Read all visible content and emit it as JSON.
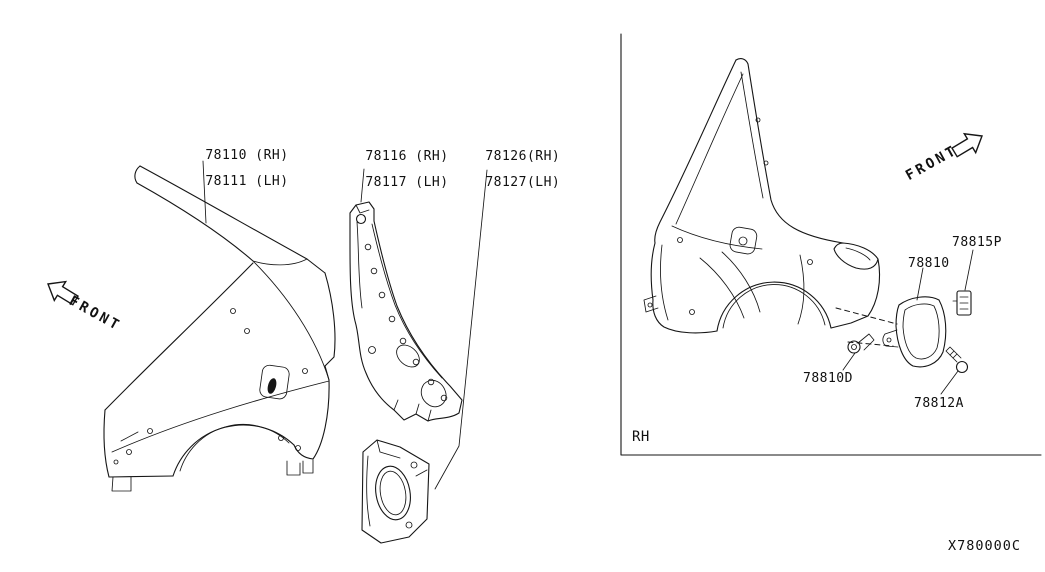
{
  "drawing": {
    "code": "X780000C",
    "right_view_label": "RH"
  },
  "direction_arrows": {
    "left": "FRONT",
    "right": "FRONT"
  },
  "part_labels": {
    "outer_quarter_panel": {
      "rh": "78110 (RH)",
      "lh": "78111 (LH)"
    },
    "inner_reinforcement": {
      "rh": "78116 (RH)",
      "lh": "78117 (LH)"
    },
    "corner_panel": {
      "rh": "78126(RH)",
      "lh": "78127(LH)"
    },
    "fuel_filler_lid": "78810",
    "clip": "78815P",
    "lid_bumper": "78810D",
    "screw": "78812A"
  }
}
